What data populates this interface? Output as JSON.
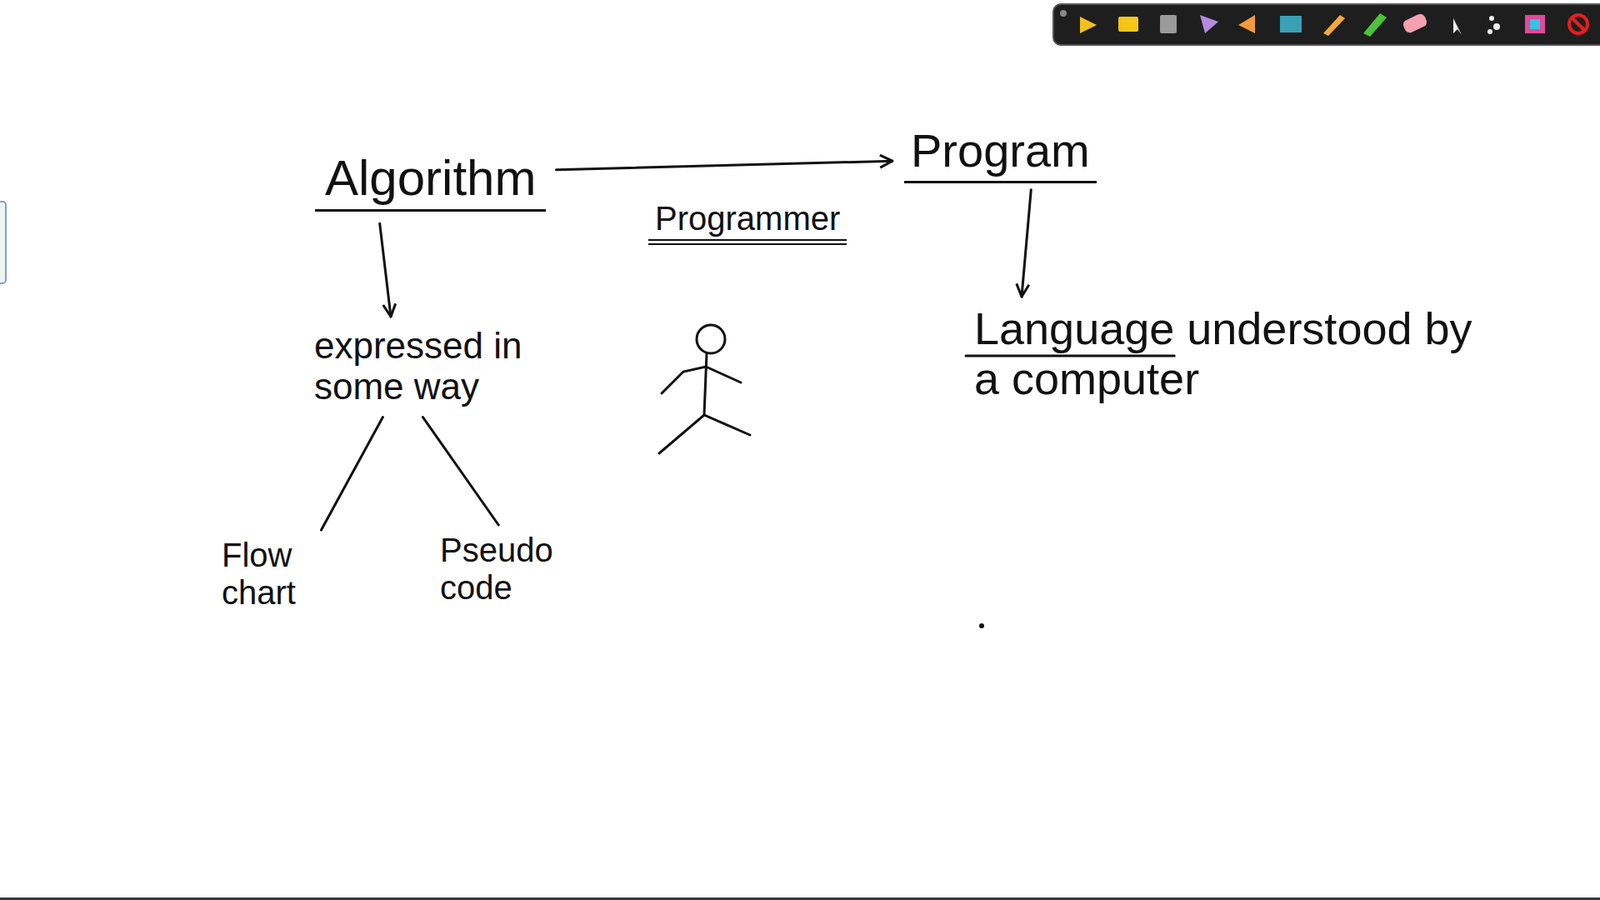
{
  "diagram": {
    "nodes": [
      {
        "text": [
          "Algorithm"
        ]
      },
      {
        "text": [
          "Program"
        ]
      },
      {
        "text": [
          "expressed in some way"
        ]
      },
      {
        "text": [
          "Language understood by a computer"
        ]
      },
      {
        "text": [
          "Flow chart"
        ]
      },
      {
        "text": [
          "Pseudo code"
        ]
      }
    ],
    "edges": [
      {
        "from": 0,
        "to": 1,
        "arrow": "to"
      },
      {
        "from": 0,
        "to": 2,
        "arrow": "to"
      },
      {
        "from": 1,
        "to": 3,
        "arrow": "to"
      },
      {
        "from": 2,
        "to": 4,
        "arrow": "none"
      },
      {
        "from": 2,
        "to": 5,
        "arrow": "none"
      }
    ],
    "labels": [
      "Programmer"
    ]
  }
}
